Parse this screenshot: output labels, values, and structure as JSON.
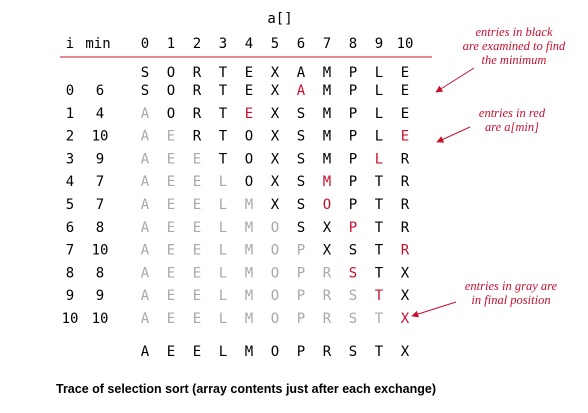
{
  "array_label": "a[]",
  "col_header_i": "i",
  "col_header_min": "min",
  "index_headers": [
    "0",
    "1",
    "2",
    "3",
    "4",
    "5",
    "6",
    "7",
    "8",
    "9",
    "10"
  ],
  "initial_row": [
    "S",
    "O",
    "R",
    "T",
    "E",
    "X",
    "A",
    "M",
    "P",
    "L",
    "E"
  ],
  "rows": [
    {
      "i": "0",
      "min": "6",
      "letters": [
        "S",
        "O",
        "R",
        "T",
        "E",
        "X",
        "A",
        "M",
        "P",
        "L",
        "E"
      ],
      "states": [
        "k",
        "k",
        "k",
        "k",
        "k",
        "k",
        "r",
        "k",
        "k",
        "k",
        "k"
      ]
    },
    {
      "i": "1",
      "min": "4",
      "letters": [
        "A",
        "O",
        "R",
        "T",
        "E",
        "X",
        "S",
        "M",
        "P",
        "L",
        "E"
      ],
      "states": [
        "g",
        "k",
        "k",
        "k",
        "r",
        "k",
        "k",
        "k",
        "k",
        "k",
        "k"
      ]
    },
    {
      "i": "2",
      "min": "10",
      "letters": [
        "A",
        "E",
        "R",
        "T",
        "O",
        "X",
        "S",
        "M",
        "P",
        "L",
        "E"
      ],
      "states": [
        "g",
        "g",
        "k",
        "k",
        "k",
        "k",
        "k",
        "k",
        "k",
        "k",
        "r"
      ]
    },
    {
      "i": "3",
      "min": "9",
      "letters": [
        "A",
        "E",
        "E",
        "T",
        "O",
        "X",
        "S",
        "M",
        "P",
        "L",
        "R"
      ],
      "states": [
        "g",
        "g",
        "g",
        "k",
        "k",
        "k",
        "k",
        "k",
        "k",
        "r",
        "k"
      ]
    },
    {
      "i": "4",
      "min": "7",
      "letters": [
        "A",
        "E",
        "E",
        "L",
        "O",
        "X",
        "S",
        "M",
        "P",
        "T",
        "R"
      ],
      "states": [
        "g",
        "g",
        "g",
        "g",
        "k",
        "k",
        "k",
        "r",
        "k",
        "k",
        "k"
      ]
    },
    {
      "i": "5",
      "min": "7",
      "letters": [
        "A",
        "E",
        "E",
        "L",
        "M",
        "X",
        "S",
        "O",
        "P",
        "T",
        "R"
      ],
      "states": [
        "g",
        "g",
        "g",
        "g",
        "g",
        "k",
        "k",
        "r",
        "k",
        "k",
        "k"
      ]
    },
    {
      "i": "6",
      "min": "8",
      "letters": [
        "A",
        "E",
        "E",
        "L",
        "M",
        "O",
        "S",
        "X",
        "P",
        "T",
        "R"
      ],
      "states": [
        "g",
        "g",
        "g",
        "g",
        "g",
        "g",
        "k",
        "k",
        "r",
        "k",
        "k"
      ]
    },
    {
      "i": "7",
      "min": "10",
      "letters": [
        "A",
        "E",
        "E",
        "L",
        "M",
        "O",
        "P",
        "X",
        "S",
        "T",
        "R"
      ],
      "states": [
        "g",
        "g",
        "g",
        "g",
        "g",
        "g",
        "g",
        "k",
        "k",
        "k",
        "r"
      ]
    },
    {
      "i": "8",
      "min": "8",
      "letters": [
        "A",
        "E",
        "E",
        "L",
        "M",
        "O",
        "P",
        "R",
        "S",
        "T",
        "X"
      ],
      "states": [
        "g",
        "g",
        "g",
        "g",
        "g",
        "g",
        "g",
        "g",
        "r",
        "k",
        "k"
      ]
    },
    {
      "i": "9",
      "min": "9",
      "letters": [
        "A",
        "E",
        "E",
        "L",
        "M",
        "O",
        "P",
        "R",
        "S",
        "T",
        "X"
      ],
      "states": [
        "g",
        "g",
        "g",
        "g",
        "g",
        "g",
        "g",
        "g",
        "g",
        "r",
        "k"
      ]
    },
    {
      "i": "10",
      "min": "10",
      "letters": [
        "A",
        "E",
        "E",
        "L",
        "M",
        "O",
        "P",
        "R",
        "S",
        "T",
        "X"
      ],
      "states": [
        "g",
        "g",
        "g",
        "g",
        "g",
        "g",
        "g",
        "g",
        "g",
        "g",
        "r"
      ]
    }
  ],
  "final_row": [
    "A",
    "E",
    "E",
    "L",
    "M",
    "O",
    "P",
    "R",
    "S",
    "T",
    "X"
  ],
  "annotations": {
    "black": [
      "entries in black",
      "are examined to find",
      "the minimum"
    ],
    "red": [
      "entries in red",
      "are a[min]"
    ],
    "gray": [
      "entries in gray are",
      "in final position"
    ]
  },
  "caption": "Trace of selection sort (array contents just after each exchange)",
  "colors": {
    "black": "#000000",
    "red": "#c8102e",
    "gray": "#a8a8a8",
    "rule": "#c8102e"
  }
}
